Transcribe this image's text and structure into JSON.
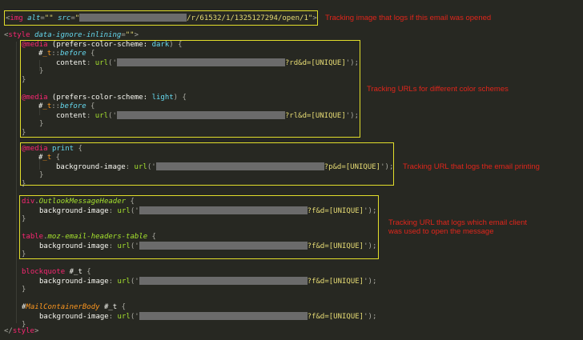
{
  "code": {
    "img_tag": {
      "open": "<",
      "tag": "img",
      "attr_alt": "alt",
      "eq1": "=",
      "alt_value": "\"\"",
      "attr_src": "src",
      "eq2": "=",
      "src_quote": "\"",
      "src_suffix": "/r/61532/1/1325127294/open/1\"",
      "close": ">"
    },
    "style_open": {
      "open": "<",
      "tag": "style",
      "attr": "data-ignore-inlining",
      "eq": "=",
      "value": "\"\"",
      "close": ">"
    },
    "style_close": {
      "open": "</",
      "tag": "style",
      "close": ">"
    },
    "media_dark": {
      "at": "@media",
      "query_open": " (prefers-color-scheme: ",
      "query_value": "dark",
      "query_close": ") {",
      "selector_hash": "#",
      "selector_id": "_t",
      "pseudo_sep": "::",
      "pseudo": "before",
      "selector_brace": " {",
      "property": "content",
      "colon": ": ",
      "fn": "url",
      "url_open": "('",
      "url_suffix": "?rd&d=[UNIQUE]",
      "url_close": "');"
    },
    "media_light": {
      "at": "@media",
      "query_open": " (prefers-color-scheme: ",
      "query_value": "light",
      "query_close": ") {",
      "selector_hash": "#",
      "selector_id": "_t",
      "pseudo_sep": "::",
      "pseudo": "before",
      "selector_brace": " {",
      "property": "content",
      "colon": ": ",
      "fn": "url",
      "url_open": "('",
      "url_suffix": "?rl&d=[UNIQUE]",
      "url_close": "');"
    },
    "media_print": {
      "at": "@media",
      "query_value": "print",
      "query_brace": " {",
      "selector_hash": "#",
      "selector_id": "_t",
      "selector_brace": " {",
      "property": "background-image",
      "colon": ": ",
      "fn": "url",
      "url_open": "('",
      "url_suffix": "?p&d=[UNIQUE]",
      "url_close": "');"
    },
    "outlook": {
      "tag": "div",
      "dot": ".",
      "cls": "OutlookMessageHeader",
      "brace": " {",
      "property": "background-image",
      "colon": ": ",
      "fn": "url",
      "url_open": "('",
      "url_suffix": "?f&d=[UNIQUE]",
      "url_close": "');"
    },
    "moz": {
      "tag": "table",
      "dot": ".",
      "cls": "moz-email-headers-table",
      "brace": " {",
      "property": "background-image",
      "colon": ": ",
      "fn": "url",
      "url_open": "('",
      "url_suffix": "?f&d=[UNIQUE]",
      "url_close": "');"
    },
    "blockquote": {
      "tag": "blockquote",
      "sel": " #_t",
      "brace": " {",
      "property": "background-image",
      "colon": ": ",
      "fn": "url",
      "url_open": "('",
      "url_suffix": "?f&d=[UNIQUE]",
      "url_close": "');"
    },
    "mailcontainer": {
      "hash": "#",
      "id": "MailContainerBody",
      "sel": " #_t",
      "brace": " {",
      "property": "background-image",
      "colon": ": ",
      "fn": "url",
      "url_open": "('",
      "url_suffix": "?f&d=[UNIQUE]",
      "url_close": "');"
    },
    "close_brace": "}"
  },
  "annotations": {
    "open_tracking": "Tracking image that logs if this email was opened",
    "color_schemes": "Tracking URLs for different color schemes",
    "printing": "Tracking URL that logs the email printing",
    "client_line1": "Tracking URL that logs which email client",
    "client_line2": "was used to open the message"
  },
  "colors": {
    "background": "#272822",
    "highlight_box": "#e2de2b",
    "annotation_text": "#e1251b",
    "redaction": "#6b6b6b"
  }
}
